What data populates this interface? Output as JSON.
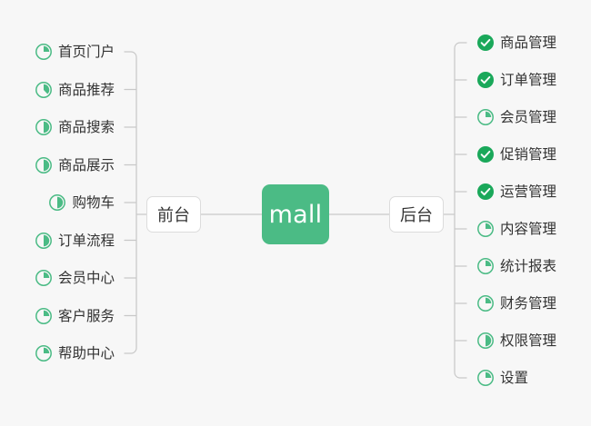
{
  "diagram": {
    "type": "mind-map",
    "background_color": "#f7f7f7",
    "accent_color": "#4bbb85",
    "done_color": "#1aa85a",
    "text_color": "#333333",
    "line_color": "#c8c8c8",
    "root": {
      "label": "mall"
    },
    "branches": [
      {
        "id": "frontend",
        "label": "前台",
        "side": "left"
      },
      {
        "id": "backend",
        "label": "后台",
        "side": "right"
      }
    ],
    "left_items": [
      {
        "label": "首页门户",
        "icon": "progress-pie-icon",
        "progress": 25,
        "status": "in-progress"
      },
      {
        "label": "商品推荐",
        "icon": "progress-pie-icon",
        "progress": 38,
        "status": "in-progress"
      },
      {
        "label": "商品搜索",
        "icon": "progress-pie-icon",
        "progress": 50,
        "status": "in-progress"
      },
      {
        "label": "商品展示",
        "icon": "progress-pie-icon",
        "progress": 50,
        "status": "in-progress"
      },
      {
        "label": "购物车",
        "icon": "progress-pie-icon",
        "progress": 50,
        "status": "in-progress"
      },
      {
        "label": "订单流程",
        "icon": "progress-pie-icon",
        "progress": 50,
        "status": "in-progress"
      },
      {
        "label": "会员中心",
        "icon": "progress-pie-icon",
        "progress": 25,
        "status": "in-progress"
      },
      {
        "label": "客户服务",
        "icon": "progress-pie-icon",
        "progress": 25,
        "status": "in-progress"
      },
      {
        "label": "帮助中心",
        "icon": "progress-pie-icon",
        "progress": 25,
        "status": "in-progress"
      }
    ],
    "right_items": [
      {
        "label": "商品管理",
        "icon": "check-circle-icon",
        "progress": 100,
        "status": "done"
      },
      {
        "label": "订单管理",
        "icon": "check-circle-icon",
        "progress": 100,
        "status": "done"
      },
      {
        "label": "会员管理",
        "icon": "progress-pie-icon",
        "progress": 25,
        "status": "in-progress"
      },
      {
        "label": "促销管理",
        "icon": "check-circle-icon",
        "progress": 100,
        "status": "done"
      },
      {
        "label": "运营管理",
        "icon": "check-circle-icon",
        "progress": 100,
        "status": "done"
      },
      {
        "label": "内容管理",
        "icon": "progress-pie-icon",
        "progress": 25,
        "status": "in-progress"
      },
      {
        "label": "统计报表",
        "icon": "progress-pie-icon",
        "progress": 25,
        "status": "in-progress"
      },
      {
        "label": "财务管理",
        "icon": "progress-pie-icon",
        "progress": 25,
        "status": "in-progress"
      },
      {
        "label": "权限管理",
        "icon": "progress-pie-icon",
        "progress": 50,
        "status": "in-progress"
      },
      {
        "label": "设置",
        "icon": "progress-pie-icon",
        "progress": 25,
        "status": "in-progress"
      }
    ]
  }
}
